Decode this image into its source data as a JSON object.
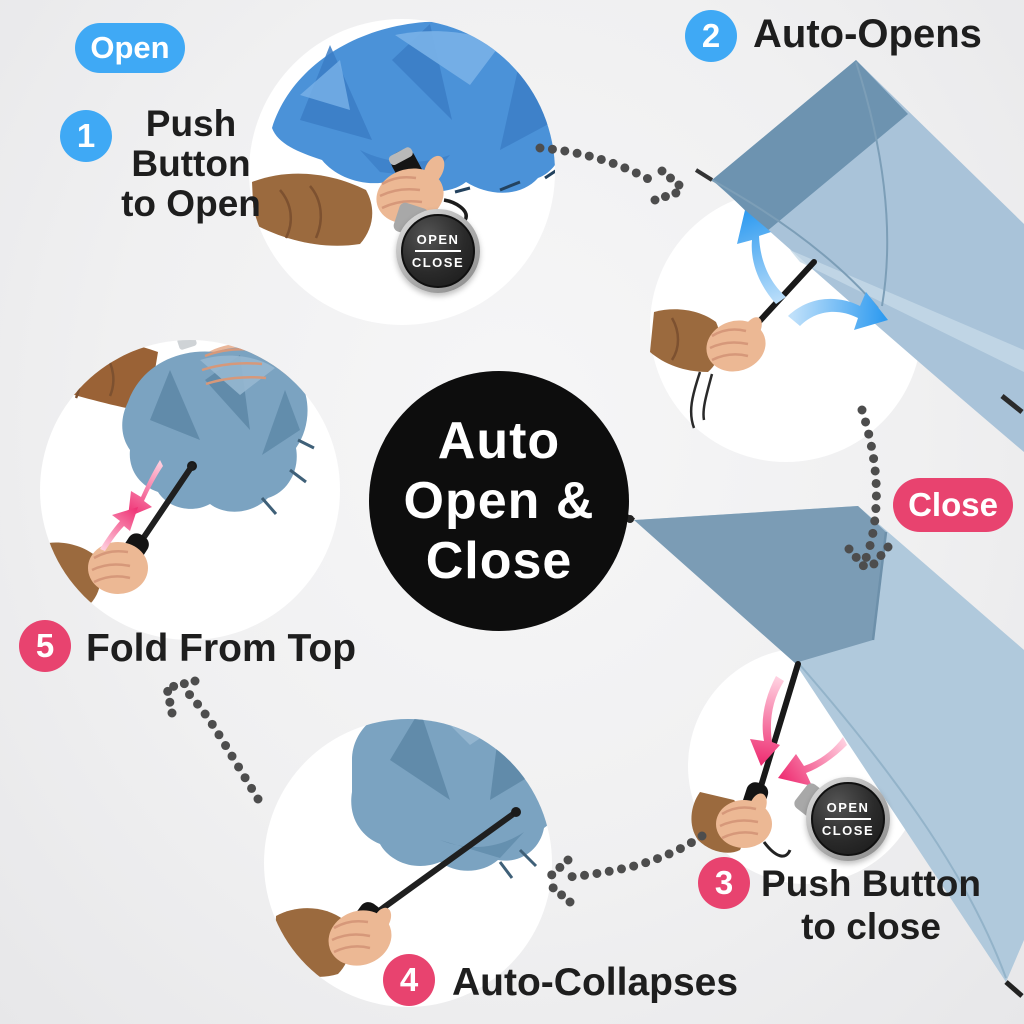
{
  "infographic": {
    "title": {
      "line1": "Auto",
      "line2": "Open &",
      "line3": "Close"
    },
    "phase_badges": {
      "open": "Open",
      "close": "Close"
    },
    "steps": {
      "step1": {
        "number": "1",
        "line1": "Push",
        "line2": "Button",
        "line3": "to Open"
      },
      "step2": {
        "number": "2",
        "label": "Auto-Opens"
      },
      "step3": {
        "number": "3",
        "line1": "Push Button",
        "line2": "to close"
      },
      "step4": {
        "number": "4",
        "label": "Auto-Collapses"
      },
      "step5": {
        "number": "5",
        "label": "Fold From Top"
      }
    },
    "push_button": {
      "top": "OPEN",
      "bottom": "CLOSE"
    },
    "colors": {
      "blue_accent": "#3fa9f5",
      "pink_accent": "#e8436f",
      "title_circle": "#0d0d0d",
      "background": "#f0f0f1",
      "dotted_arrow": "#4d4d4d",
      "canopy_light": "#a9c3d9",
      "canopy_dark": "#6d93b0",
      "canopy_bright": "#4b92d8",
      "text": "#1e1e1e"
    }
  }
}
